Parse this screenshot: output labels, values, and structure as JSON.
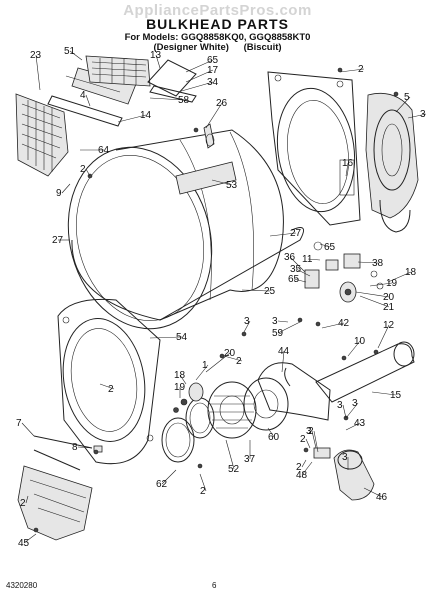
{
  "header": {
    "watermark": "AppliancePartsPros.com",
    "title": "BULKHEAD PARTS",
    "models_line": "For Models: GGQ8858KQ0, GGQ8858KT0",
    "variants": [
      "(Designer White)",
      "(Biscuit)"
    ]
  },
  "footer": {
    "document_number": "4320280",
    "page_number": "6"
  },
  "callouts": [
    "51",
    "13",
    "65",
    "17",
    "34",
    "23",
    "58",
    "4",
    "14",
    "26",
    "2",
    "5",
    "3",
    "64",
    "9",
    "53",
    "16",
    "27",
    "27",
    "36",
    "65",
    "11",
    "35",
    "38",
    "18",
    "19",
    "65",
    "20",
    "21",
    "25",
    "3",
    "59",
    "42",
    "12",
    "54",
    "3",
    "20",
    "1",
    "44",
    "10",
    "15",
    "18",
    "19",
    "3",
    "43",
    "7",
    "8",
    "62",
    "2",
    "52",
    "37",
    "60",
    "48",
    "46",
    "2",
    "45",
    "2",
    "2",
    "2",
    "2",
    "2",
    "2",
    "3",
    "3",
    "3"
  ]
}
